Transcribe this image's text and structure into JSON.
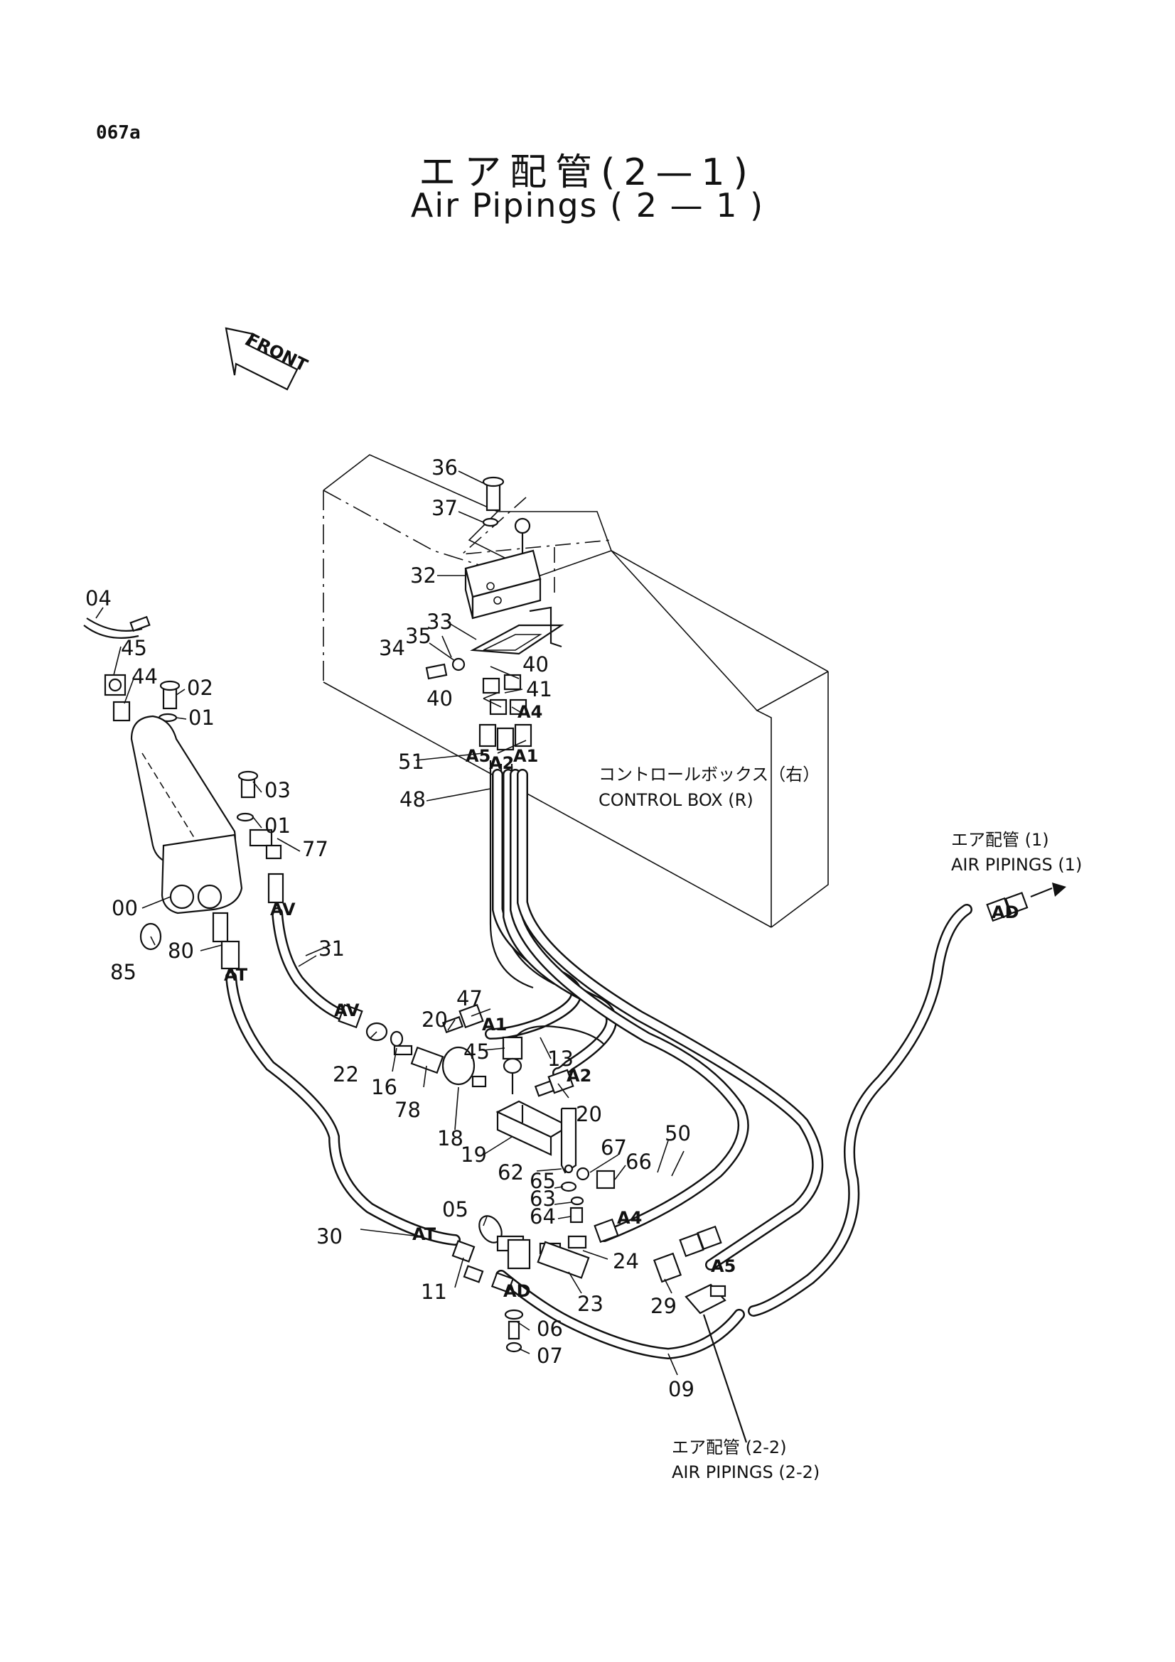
{
  "page": {
    "id": "067a",
    "title_jp": "エア配管(2—1)",
    "title_en": "Air Pipings ( 2 — 1 )"
  },
  "front_label": "FRONT",
  "control_box": {
    "jp": "コントロールボックス（右）",
    "en": "CONTROL BOX (R)"
  },
  "refs": {
    "air1_jp": "エア配管 (1)",
    "air1_en": "AIR PIPINGS (1)",
    "air22_jp": "エア配管 (2-2)",
    "air22_en": "AIR PIPINGS (2-2)"
  },
  "part_labels": {
    "p36": "36",
    "p37": "37",
    "p32": "32",
    "p33": "33",
    "p34": "34",
    "p35": "35",
    "p40a": "40",
    "p40b": "40",
    "p41": "41",
    "p51": "51",
    "p48": "48",
    "p04": "04",
    "p45a": "45",
    "p44": "44",
    "p02": "02",
    "p01a": "01",
    "p03": "03",
    "p01b": "01",
    "p77": "77",
    "p00": "00",
    "p85": "85",
    "p80": "80",
    "p31": "31",
    "p20a": "20",
    "p47": "47",
    "p22": "22",
    "p16": "16",
    "p78": "78",
    "p13": "13",
    "p45b": "45",
    "p20b": "20",
    "p18": "18",
    "p19": "19",
    "p50": "50",
    "p67": "67",
    "p66": "66",
    "p62": "62",
    "p65": "65",
    "p63": "63",
    "p64": "64",
    "p05": "05",
    "p30": "30",
    "p11": "11",
    "p24": "24",
    "p23": "23",
    "p29": "29",
    "p06": "06",
    "p07": "07",
    "p09": "09"
  },
  "connection_labels": {
    "a4": "A4",
    "a5": "A5",
    "a2": "A2",
    "a1": "A1",
    "av_top": "AV",
    "at_top": "AT",
    "av_bottom": "AV",
    "a1_bottom": "A1",
    "a2_bottom": "A2",
    "a4_bottom": "A4",
    "at_bottom": "AT",
    "ad_bottom": "AD",
    "a5_bottom": "A5",
    "ad_top": "AD"
  }
}
